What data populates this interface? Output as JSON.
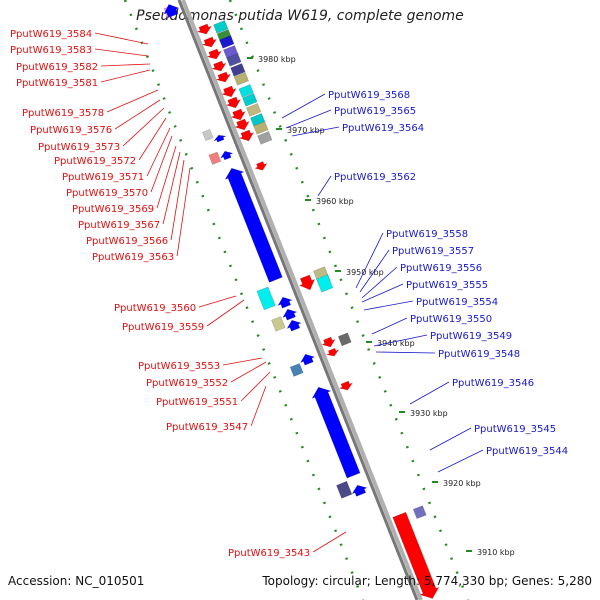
{
  "title": "Pseudomonas putida W619, complete genome",
  "footer": {
    "accession": "Accession: NC_010501",
    "topology": "Topology: circular; Length: 5,774,330 bp; Genes: 5,280"
  },
  "colors": {
    "forward_gene": "#ff0000",
    "reverse_gene": "#0000ff",
    "backbone": "#999999",
    "ticks": "#228b22",
    "label_red": "#e01010",
    "label_blue": "#1818cc"
  },
  "scale_labels": [
    "3980 kbp",
    "3970 kbp",
    "3960 kbp",
    "3950 kbp",
    "3940 kbp",
    "3930 kbp",
    "3920 kbp",
    "3910 kbp"
  ],
  "left_labels": [
    "PputW619_3584",
    "PputW619_3583",
    "PputW619_3582",
    "PputW619_3581",
    "PputW619_3578",
    "PputW619_3576",
    "PputW619_3573",
    "PputW619_3572",
    "PputW619_3571",
    "PputW619_3570",
    "PputW619_3569",
    "PputW619_3567",
    "PputW619_3566",
    "PputW619_3563",
    "PputW619_3560",
    "PputW619_3559",
    "PputW619_3553",
    "PputW619_3552",
    "PputW619_3551",
    "PputW619_3547",
    "PputW619_3543"
  ],
  "right_labels": [
    "PputW619_3568",
    "PputW619_3565",
    "PputW619_3564",
    "PputW619_3562",
    "PputW619_3558",
    "PputW619_3557",
    "PputW619_3556",
    "PputW619_3555",
    "PputW619_3554",
    "PputW619_3550",
    "PputW619_3549",
    "PputW619_3548",
    "PputW619_3546",
    "PputW619_3545",
    "PputW619_3544"
  ]
}
